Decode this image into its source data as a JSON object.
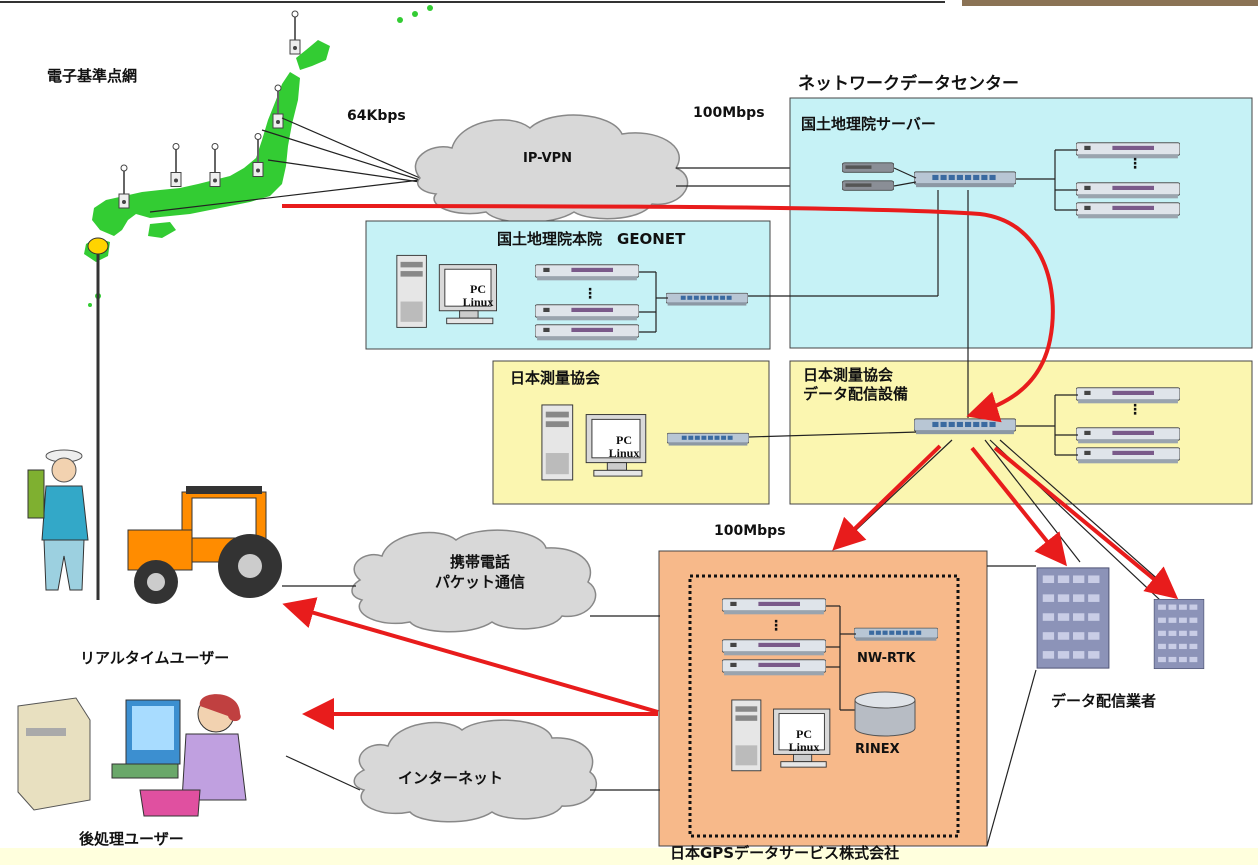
{
  "nodes": {
    "cors_network": "電子基準点網",
    "data_center": "ネットワークデータセンター",
    "gsi_server": "国土地理院サーバー",
    "gsi_main": "国土地理院本院　GEONET",
    "jsa": "日本測量協会",
    "jsa_distribution": "日本測量協会\nデータ配信設備",
    "realtime_users": "リアルタイムユーザー",
    "postprocess_users": "後処理ユーザー",
    "jgds": "日本GPSデータサービス株式会社",
    "data_vendors": "データ配信業者",
    "nw_rtk": "NW-RTK",
    "rinex": "RINEX"
  },
  "clouds": {
    "ipvpn": "IP-VPN",
    "mobile": "携帯電話\nパケット通信",
    "internet": "インターネット"
  },
  "links": {
    "speed_64k": "64Kbps",
    "speed_100m_top": "100Mbps",
    "speed_100m_mid": "100Mbps"
  },
  "pc_label": "PC\nLinux",
  "colors": {
    "datacenter_fill": "#c6f2f6",
    "jsa_fill": "#fbf6b0",
    "jgds_fill": "#f7b98a",
    "japan_green": "#33cc33",
    "arrow_red": "#e81c1c",
    "cloud_fill": "#d8d8d8",
    "footer_fill": "#ffffdd"
  }
}
